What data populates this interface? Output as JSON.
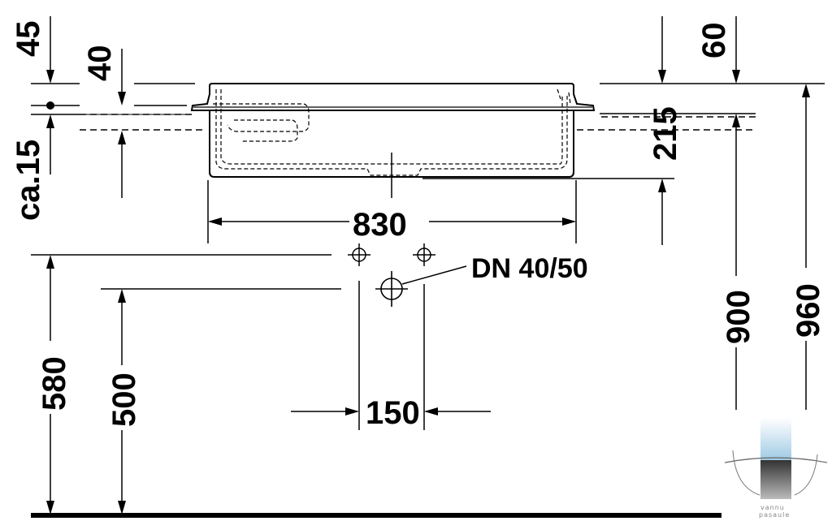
{
  "dimensions": {
    "d45": "45",
    "d40": "40",
    "ca15": "ca.15",
    "d60": "60",
    "d215": "215",
    "d830": "830",
    "dn": "DN 40/50",
    "d580": "580",
    "d500": "500",
    "d150": "150",
    "d900": "900",
    "d960": "960"
  },
  "watermark": {
    "line1": "vannu",
    "line2": "pasaule"
  },
  "colors": {
    "line": "#000000",
    "watermark_blue": "#b9d8ea",
    "watermark_gray": "#555555"
  }
}
